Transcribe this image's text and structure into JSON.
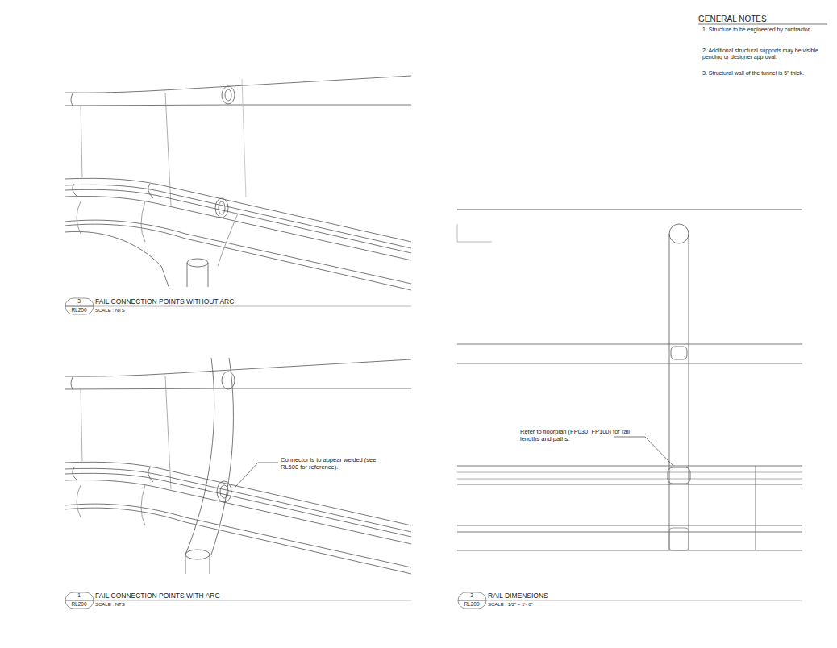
{
  "diagram": {
    "labels": [
      "GENERAL NOTES",
      "1. Structure to be engineered by contractor.",
      "2. Additional structural supports may be visible pending or designer approval.",
      "3. Structural wall of the tunnel is 5\" thick.",
      "3",
      "RL200",
      "FAIL CONNECTION POINTS WITHOUT ARC",
      "SCALE : NTS",
      "1",
      "RL200",
      "FAIL CONNECTION POINTS WITH ARC",
      "SCALE : NTS",
      "2",
      "RL200",
      "RAIL DIMENSIONS",
      "SCALE : 1/2\" = 1'- 0\"",
      "Connector is to appear welded (see RL500 for reference).",
      "Refer to floorplan (FP030, FP100) for rail lengths and paths."
    ]
  }
}
